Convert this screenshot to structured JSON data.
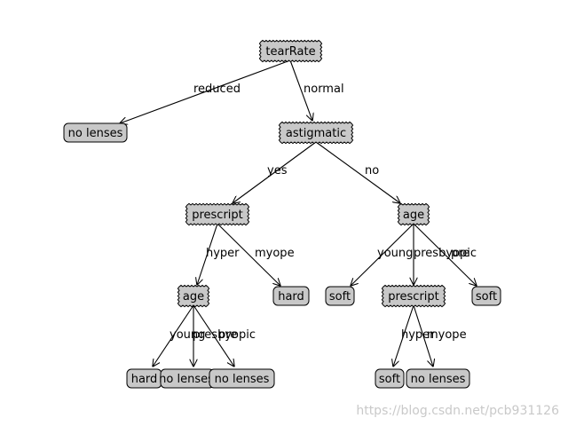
{
  "nodes": {
    "tear_rate": "tearRate",
    "no_lenses_1": "no lenses",
    "astigmatic": "astigmatic",
    "prescript_1": "prescript",
    "age_right": "age",
    "age_left": "age",
    "hard_mid": "hard",
    "soft_right_1": "soft",
    "prescript_2": "prescript",
    "soft_right_2": "soft",
    "hard_bottom": "hard",
    "no_lenses_2": "no lenses",
    "no_lenses_3": "no lenses",
    "soft_bottom": "soft",
    "no_lenses_4": "no lenses"
  },
  "edges": {
    "reduced": "reduced",
    "normal": "normal",
    "yes": "yes",
    "no": "no",
    "hyper_1": "hyper",
    "myope_1": "myope",
    "young_1": "young",
    "presbyopic_1": "presbyopic",
    "pre_1": "pre",
    "young_2": "young",
    "presbyopic_2": "presbyopic",
    "pre_2": "pre",
    "hyper_2": "hyper",
    "myope_2": "myope"
  },
  "watermark": "https://blog.csdn.net/pcb931126",
  "colors": {
    "node_fill": "#c8c8c8",
    "line": "#000000",
    "watermark": "#c9c9c9"
  }
}
